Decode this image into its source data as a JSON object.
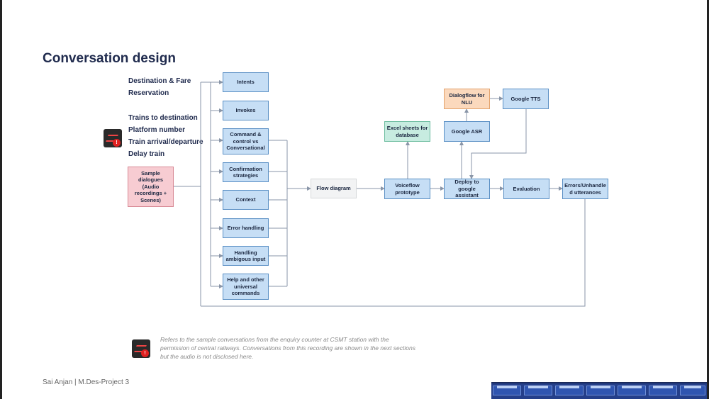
{
  "title": "Conversation design",
  "use_cases": [
    "Destination & Fare",
    "Reservation",
    "Trains to destination",
    "Platform number",
    "Train arrival/departure",
    "Delay train"
  ],
  "nodes": {
    "sample_dialogues": "Sample dialogues (Audio recordings + Scenes)",
    "intents": "Intents",
    "invokes": "Invokes",
    "command_control": "Command & control vs Conversational",
    "confirmation": "Confirmation strategies",
    "context": "Context",
    "error_handling": "Error handling",
    "ambiguous": "Handling ambigous input",
    "help": "Help and other universal commands",
    "flow_diagram": "Flow diagram",
    "excel_sheets": "Excel sheets for database",
    "voiceflow": "Voiceflow prototype",
    "dialogflow": "Dialogflow for NLU",
    "google_asr": "Google ASR",
    "google_tts": "Google TTS",
    "deploy": "Deploy to google assistant",
    "evaluation": "Evaluation",
    "errors": "Errors/Unhandle d utterances"
  },
  "note": "Refers to the sample conversations from the enquiry counter at CSMT station with the permission of central railways. Conversations from this recording are shown in the next sections but the audio is not disclosed here.",
  "footer": "Sai Anjan | M.Des-Project 3",
  "colors": {
    "blue_box": "#c6def5",
    "pink_box": "#f7ccd2",
    "green_box": "#c7ece0",
    "orange_box": "#fbd9bd",
    "title": "#1f2a4d"
  },
  "icons": [
    "audio-recording-icon",
    "train-illustration"
  ]
}
